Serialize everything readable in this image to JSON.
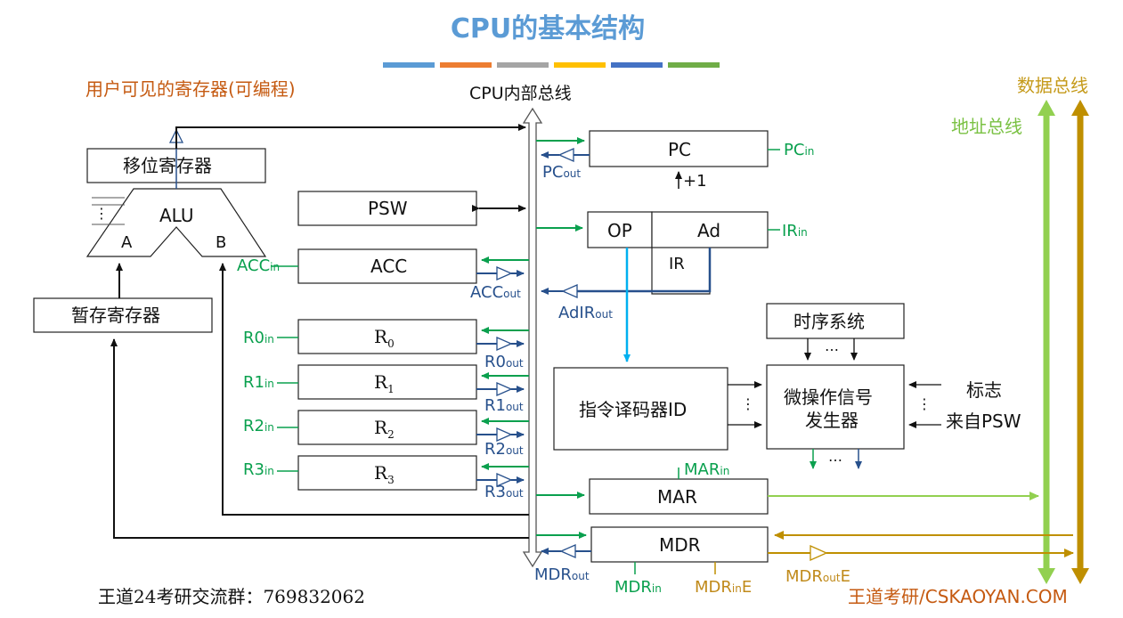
{
  "title": "CPU的基本结构",
  "title_stripe_colors": [
    "#5b9bd5",
    "#ed7d31",
    "#a5a5a5",
    "#ffc000",
    "#4472c4",
    "#70ad47"
  ],
  "user_visible_label": "用户可见的寄存器(可编程)",
  "bus_label": "CPU内部总线",
  "address_bus_label": "地址总线",
  "data_bus_label": "数据总线",
  "blocks": {
    "shift_register": "移位寄存器",
    "alu": "ALU",
    "alu_a": "A",
    "alu_b": "B",
    "temp_register": "暂存寄存器",
    "psw": "PSW",
    "acc": "ACC",
    "pc": "PC",
    "pc_increment": "+1",
    "op": "OP",
    "ad": "Ad",
    "ir": "IR",
    "timing_system": "时序系统",
    "micro_op_gen_line1": "微操作信号",
    "micro_op_gen_line2": "发生器",
    "decoder": "指令译码器ID",
    "flags_line1": "标志",
    "flags_line2": "来自PSW",
    "mar": "MAR",
    "mdr": "MDR",
    "dots": "…",
    "vdots": "⋮"
  },
  "registers": [
    {
      "base": "R",
      "sub": "0",
      "in_base": "R0",
      "in_sub": "in",
      "out_base": "R0",
      "out_sub": "out"
    },
    {
      "base": "R",
      "sub": "1",
      "in_base": "R1",
      "in_sub": "in",
      "out_base": "R1",
      "out_sub": "out"
    },
    {
      "base": "R",
      "sub": "2",
      "in_base": "R2",
      "in_sub": "in",
      "out_base": "R2",
      "out_sub": "out"
    },
    {
      "base": "R",
      "sub": "3",
      "in_base": "R3",
      "in_sub": "in",
      "out_base": "R3",
      "out_sub": "out"
    }
  ],
  "signals": {
    "pc_in": {
      "base": "PC",
      "sub": "in"
    },
    "pc_out": {
      "base": "PC",
      "sub": "out"
    },
    "ir_in": {
      "base": "IR",
      "sub": "in"
    },
    "adir_out": {
      "base": "AdIR",
      "sub": "out"
    },
    "acc_in": {
      "base": "ACC",
      "sub": "in"
    },
    "acc_out": {
      "base": "ACC",
      "sub": "out"
    },
    "mar_in": {
      "base": "MAR",
      "sub": "in"
    },
    "mdr_out": {
      "base": "MDR",
      "sub": "out"
    },
    "mdr_in": {
      "base": "MDR",
      "sub": "in"
    },
    "mdr_in_e": {
      "base": "MDR",
      "sub": "in",
      "suffix": "E"
    },
    "mdr_out_e": {
      "base": "MDR",
      "sub": "out",
      "suffix": "E"
    }
  },
  "footer_text": "王道24考研交流群：769832062",
  "brand_text": "王道考研/CSKAOYAN.COM",
  "colors": {
    "green": "#0aa04e",
    "navy": "#27508c",
    "light_blue": "#00b0f0",
    "address_bus": "#92d050",
    "data_bus": "#bf8f00",
    "orange_text": "#c55a11"
  }
}
